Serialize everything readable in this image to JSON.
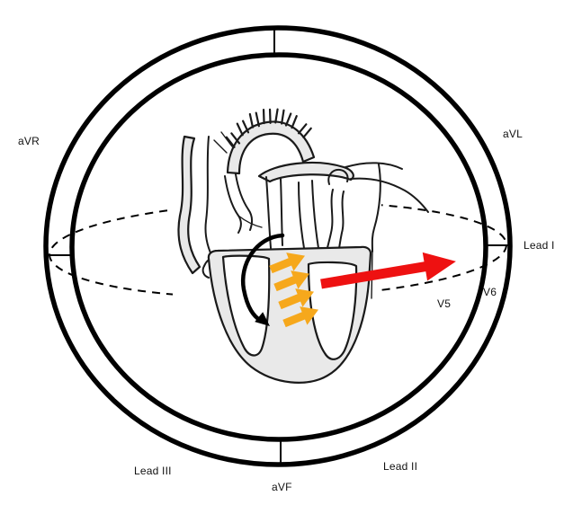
{
  "labels": {
    "avr": "aVR",
    "avl": "aVL",
    "lead1": "Lead I",
    "v6": "V6",
    "v5": "V5",
    "lead2": "Lead II",
    "avf": "aVF",
    "lead3": "Lead III"
  },
  "colors": {
    "axis_vector": "#ee1111",
    "septal_arrows": "#f6a81c",
    "lines": "#000000",
    "heart_fill": "#e9e9e9"
  },
  "elements": {
    "axis_vector_arrow": "red-mean-electrical-axis-arrow",
    "septal_arrows": "yellow-septal-activation-arrows",
    "initial_vector_arrow": "black-initial-depolarization-arrow",
    "plane_ellipse": "dashed-transverse-plane-ellipse",
    "ring": "hexaxial-lead-reference-ring"
  }
}
